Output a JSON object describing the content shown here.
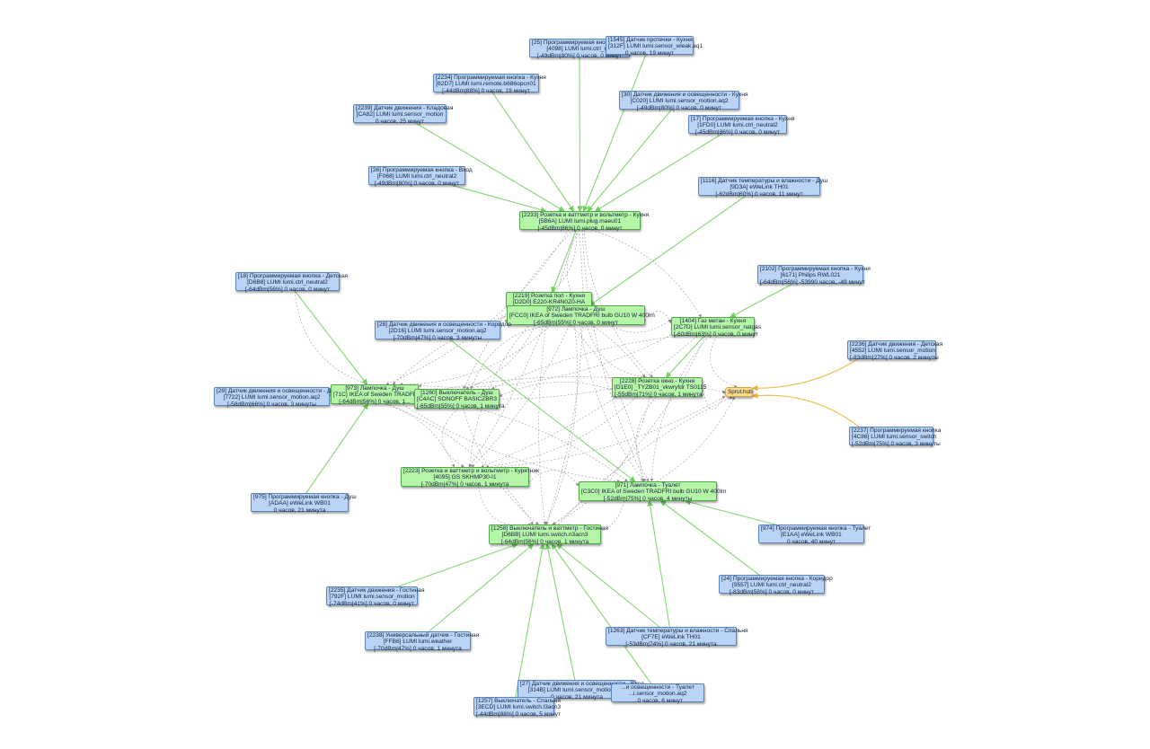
{
  "graph": {
    "colors": {
      "end_device": "#b9d4f6",
      "router": "#b5f5a8",
      "hub": "#ffd98a",
      "edge_green": "#7fd96f",
      "edge_orange": "#f2b94a",
      "edge_gray": "#9a9a9a"
    },
    "nodes": [
      {
        "id": "n25",
        "type": "end_device",
        "lines": [
          "[25] Программируемая кнопка - Кух...",
          "[4098] LUMI lumi.ctrl_n...",
          "[-49dBm|80%] 0 часов, 0 минут"
        ]
      },
      {
        "id": "n1545",
        "type": "end_device",
        "lines": [
          "[1545] Датчик протечки - Кухня",
          "[312F] LUMI lumi.sensor_wleak.aq1",
          "0 часов, 19 минут"
        ]
      },
      {
        "id": "n2234",
        "type": "end_device",
        "lines": [
          "[2234] Программируемая кнопка - Кухня",
          "[62D7] LUMI lumi.remote.b686opcn01",
          "[-44dBm|88%] 0 часов, 19 минут"
        ]
      },
      {
        "id": "n30",
        "type": "end_device",
        "lines": [
          "[30] Датчик движения и освещенности - Кухня",
          "[C020] LUMI lumi.sensor_motion.aq2",
          "[-49dBm|80%] 0 часов, 0 минут"
        ]
      },
      {
        "id": "n2239",
        "type": "end_device",
        "lines": [
          "[2239] Датчик движения - Кладовая",
          "[CA82] LUMI lumi.sensor_motion",
          "0 часов, 25 минут"
        ]
      },
      {
        "id": "n17",
        "type": "end_device",
        "lines": [
          "[17] Программируемая кнопка - Кухня",
          "[1FD0] LUMI lumi.ctrl_neutral2",
          "[-45dBm|86%] 0 часов, 0 минут"
        ]
      },
      {
        "id": "n26",
        "type": "end_device",
        "lines": [
          "[26] Программируемая кнопка - Вход",
          "[F068] LUMI lumi.ctrl_neutral2",
          "[-49dBm|80%] 0 часов, 0 минут"
        ]
      },
      {
        "id": "n1116",
        "type": "end_device",
        "lines": [
          "[1116] Датчик температуры и влажности - Душ",
          "[9D3A] eWeLink TH01",
          "[-62dBm|60%] 0 часов, 11 минут"
        ]
      },
      {
        "id": "n2233",
        "type": "router",
        "lines": [
          "[2233] Розетка и ваттметр и вольтметр - Кухня",
          "[5B6A] LUMI lumi.plug.maeu01",
          "[-45dBm|86%] 0 часов, 0 минут"
        ]
      },
      {
        "id": "n18",
        "type": "end_device",
        "lines": [
          "[18] Программируемая кнопка - Детская",
          "[D6B8] LUMI lumi.ctrl_neutral2",
          "[-64dBm|56%] 0 часов, 0 минут"
        ]
      },
      {
        "id": "n2102",
        "type": "end_device",
        "lines": [
          "[2102] Программируемая кнопка - Кухня",
          "[6171] Philips RWL021",
          "[-64dBm|56%] -53990 часов, -49 минут"
        ]
      },
      {
        "id": "n2219",
        "type": "router",
        "lines": [
          "[2219] Розетка пол - Кухня",
          "[D2D0] E220-KR4N0Z0-HA"
        ]
      },
      {
        "id": "n972",
        "type": "router",
        "lines": [
          "[972] Лампочка - Душ",
          "[FCC0] IKEA of Sweden TRADFRI bulb GU10 W 400lm",
          "[-65dBm|55%] 0 часов, 0 минут"
        ]
      },
      {
        "id": "n28",
        "type": "end_device",
        "lines": [
          "[28] Датчик движения и освещенности - Коридор",
          "[2D16] LUMI lumi.sensor_motion.aq2",
          "[-70dBm|47%] 0 часов, 3 минуты"
        ]
      },
      {
        "id": "n1404",
        "type": "router",
        "lines": [
          "[1404] Газ метан - Кухня",
          "[2C7D] LUMI lumi.sensor_natgas",
          "[-60dBm|63%] 0 часов, 0 минут"
        ]
      },
      {
        "id": "n2236",
        "type": "end_device",
        "lines": [
          "[2236] Датчик движения - Детская",
          "[4552] LUMI lumi.sensor_motion",
          "[-83dBm|27%] 0 часов, 2 минуты"
        ]
      },
      {
        "id": "n29",
        "type": "end_device",
        "lines": [
          "[29] Датчик движения и освещенности - Душ",
          "[7722] LUMI lumi.sensor_motion.aq2",
          "[-58dBm|66%] 0 часов, 3 минуты"
        ]
      },
      {
        "id": "n973",
        "type": "router",
        "lines": [
          "[973] Лампочка - Душ",
          "[71C] IKEA of Sweden TRADFRI b...",
          "[-64dBm|56%] 0 часов, 1..."
        ]
      },
      {
        "id": "n1260",
        "type": "router",
        "lines": [
          "[1260] Выключатель - Душ",
          "[C4AC] SONOFF BASICZBR3",
          "[-65dBm|55%] 0 часов, 1 минута"
        ]
      },
      {
        "id": "n2228",
        "type": "router",
        "lines": [
          "[2228] Розетка окно - Кухня",
          "[D1E0] _TYZB01_vkwryfdr TS0115",
          "[-55dBm|71%] 0 часов, 1 минута"
        ]
      },
      {
        "id": "hub",
        "type": "hub",
        "lines": [
          "Sprut.hub"
        ]
      },
      {
        "id": "n2237",
        "type": "end_device",
        "lines": [
          "[2237] Программируемая кнопка",
          "[4C86] LUMI lumi.sensor_switch",
          "[-52dBm|75%] 0 часов, 3 минуты"
        ]
      },
      {
        "id": "n2223",
        "type": "router",
        "lines": [
          "[2223] Розетка и ваттметр и вольтметр - Курятник",
          "[4095] GS SKHMP30-I1",
          "[-70dBm|47%] 0 часов, 1 минута"
        ]
      },
      {
        "id": "n971",
        "type": "router",
        "lines": [
          "[971] Лампочка - Туалет",
          "[C3C0] IKEA of Sweden TRADFRI bulb GU10 W 400lm",
          "[-52dBm|75%] 0 часов, 4 минуты"
        ]
      },
      {
        "id": "n975",
        "type": "end_device",
        "lines": [
          "[975] Программируемая кнопка - Душ",
          "[ADAA] eWeLink WB01",
          "0 часов, 21 минута"
        ]
      },
      {
        "id": "n1258",
        "type": "router",
        "lines": [
          "[1258] Выключатель и ваттметр - Гостиная",
          "[D6BB] LUMI lumi.switch.n3acn3",
          "[-64dBm|56%] 0 часов, 1 минута"
        ]
      },
      {
        "id": "n974",
        "type": "end_device",
        "lines": [
          "[974] Программируемая кнопка - Туалет",
          "[E1AA] eWeLink WB01",
          "0 часов, 40 минут"
        ]
      },
      {
        "id": "n24",
        "type": "end_device",
        "lines": [
          "[24] Программируемая кнопка - Коридор",
          "[9557] LUMI lumi.ctrl_neutral2",
          "[-83dBm|58%] 0 часов, 0 минут"
        ]
      },
      {
        "id": "n2235",
        "type": "end_device",
        "lines": [
          "[2235] Датчик движения - Гостиная",
          "[792F] LUMI lumi.sensor_motion",
          "[-74dBm|41%] 0 часов, 0 минут"
        ]
      },
      {
        "id": "n2238",
        "type": "end_device",
        "lines": [
          "[2238] Универсальный датчик - Гостиная",
          "[FFB6] LUMI lumi.weather",
          "[-70dBm|47%] 0 часов, 1 минута"
        ]
      },
      {
        "id": "n1263",
        "type": "end_device",
        "lines": [
          "[1263] Датчик температуры и влажности - Спальня",
          "[CF7E] eWeLink TH01",
          "[-53dBm|74%] 0 часов, 21 минута"
        ]
      },
      {
        "id": "n27",
        "type": "end_device",
        "lines": [
          "[27] Датчик движения и освещенности - Вход",
          "[314B] LUMI lumi.sensor_motion.aq2",
          "0 часов, 21 минута"
        ]
      },
      {
        "id": "nToilet",
        "type": "end_device",
        "lines": [
          "...и освещенности - Туалет",
          "...i.sensor_motion.aq2",
          "...0 часов, 6 минут"
        ]
      },
      {
        "id": "n1257",
        "type": "end_device",
        "lines": [
          "[1257] Выключатель - Спальня",
          "[3ECD] LUMI lumi.switch.l3acn3",
          "[-44dBm|88%] 0 часов, 5 минут"
        ]
      }
    ],
    "edges_green": [
      [
        "n25",
        "n2233"
      ],
      [
        "n1545",
        "n2233"
      ],
      [
        "n2234",
        "n2233"
      ],
      [
        "n30",
        "n2233"
      ],
      [
        "n2239",
        "n2233"
      ],
      [
        "n17",
        "n2233"
      ],
      [
        "n26",
        "n2233"
      ],
      [
        "n1116",
        "n972"
      ],
      [
        "n18",
        "n973"
      ],
      [
        "n29",
        "n973"
      ],
      [
        "n975",
        "n973"
      ],
      [
        "n28",
        "n971"
      ],
      [
        "n2102",
        "n1404"
      ],
      [
        "n1404",
        "n2228"
      ],
      [
        "n2235",
        "n1258"
      ],
      [
        "n2238",
        "n1258"
      ],
      [
        "n1257",
        "n1258"
      ],
      [
        "n27",
        "n1258"
      ],
      [
        "nToilet",
        "n1258"
      ],
      [
        "n1263",
        "n1258"
      ],
      [
        "n974",
        "n971"
      ],
      [
        "n24",
        "n971"
      ],
      [
        "n1263",
        "n971"
      ],
      [
        "n2233",
        "n2219"
      ]
    ],
    "edges_orange": [
      [
        "n2236",
        "hub"
      ],
      [
        "n2237",
        "hub"
      ]
    ],
    "edges_gray": [
      [
        "n2233",
        "n2219"
      ],
      [
        "n2233",
        "n972"
      ],
      [
        "n2233",
        "n1404"
      ],
      [
        "n2233",
        "n2228"
      ],
      [
        "n2233",
        "n973"
      ],
      [
        "n2233",
        "n1260"
      ],
      [
        "n2233",
        "n2223"
      ],
      [
        "n2233",
        "n971"
      ],
      [
        "n2233",
        "n1258"
      ],
      [
        "n2219",
        "n1404"
      ],
      [
        "n2219",
        "n2228"
      ],
      [
        "n2219",
        "n973"
      ],
      [
        "n2219",
        "n1260"
      ],
      [
        "n2219",
        "n2223"
      ],
      [
        "n2219",
        "n971"
      ],
      [
        "n2219",
        "n1258"
      ],
      [
        "n972",
        "n1404"
      ],
      [
        "n972",
        "n2228"
      ],
      [
        "n972",
        "n973"
      ],
      [
        "n972",
        "n1260"
      ],
      [
        "n972",
        "n2223"
      ],
      [
        "n972",
        "n971"
      ],
      [
        "n972",
        "n1258"
      ],
      [
        "n1404",
        "hub"
      ],
      [
        "n1404",
        "n973"
      ],
      [
        "n1404",
        "n1260"
      ],
      [
        "n1404",
        "n2223"
      ],
      [
        "n1404",
        "n971"
      ],
      [
        "n1404",
        "n1258"
      ],
      [
        "n2228",
        "hub"
      ],
      [
        "n2228",
        "n973"
      ],
      [
        "n2228",
        "n1260"
      ],
      [
        "n2228",
        "n2223"
      ],
      [
        "n2228",
        "n971"
      ],
      [
        "n2228",
        "n1258"
      ],
      [
        "n973",
        "n1260"
      ],
      [
        "n973",
        "n2223"
      ],
      [
        "n973",
        "n971"
      ],
      [
        "n973",
        "n1258"
      ],
      [
        "n1260",
        "n2223"
      ],
      [
        "n1260",
        "n971"
      ],
      [
        "n1260",
        "n1258"
      ],
      [
        "n2223",
        "n971"
      ],
      [
        "n2223",
        "n1258"
      ],
      [
        "n971",
        "n1258"
      ],
      [
        "n971",
        "hub"
      ],
      [
        "n1258",
        "hub"
      ],
      [
        "n2223",
        "hub"
      ],
      [
        "n973",
        "hub"
      ],
      [
        "n18",
        "n973"
      ],
      [
        "n28",
        "n972"
      ]
    ]
  }
}
